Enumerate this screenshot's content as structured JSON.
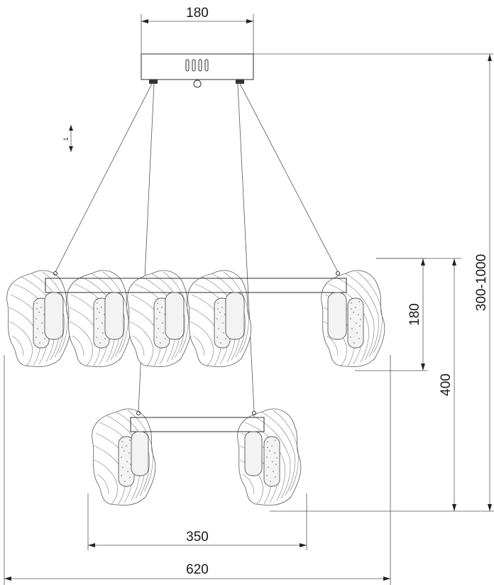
{
  "dimensions": {
    "canopy_width": "180",
    "height_range": "300-1000",
    "shade_height": "180",
    "top_to_bottom": "400",
    "lower_ring_width": "350",
    "overall_width": "620",
    "adjust_mark": "1"
  },
  "colors": {
    "line": "#2b2b2b",
    "shell": "#6a6a6a",
    "background": "#ffffff"
  }
}
